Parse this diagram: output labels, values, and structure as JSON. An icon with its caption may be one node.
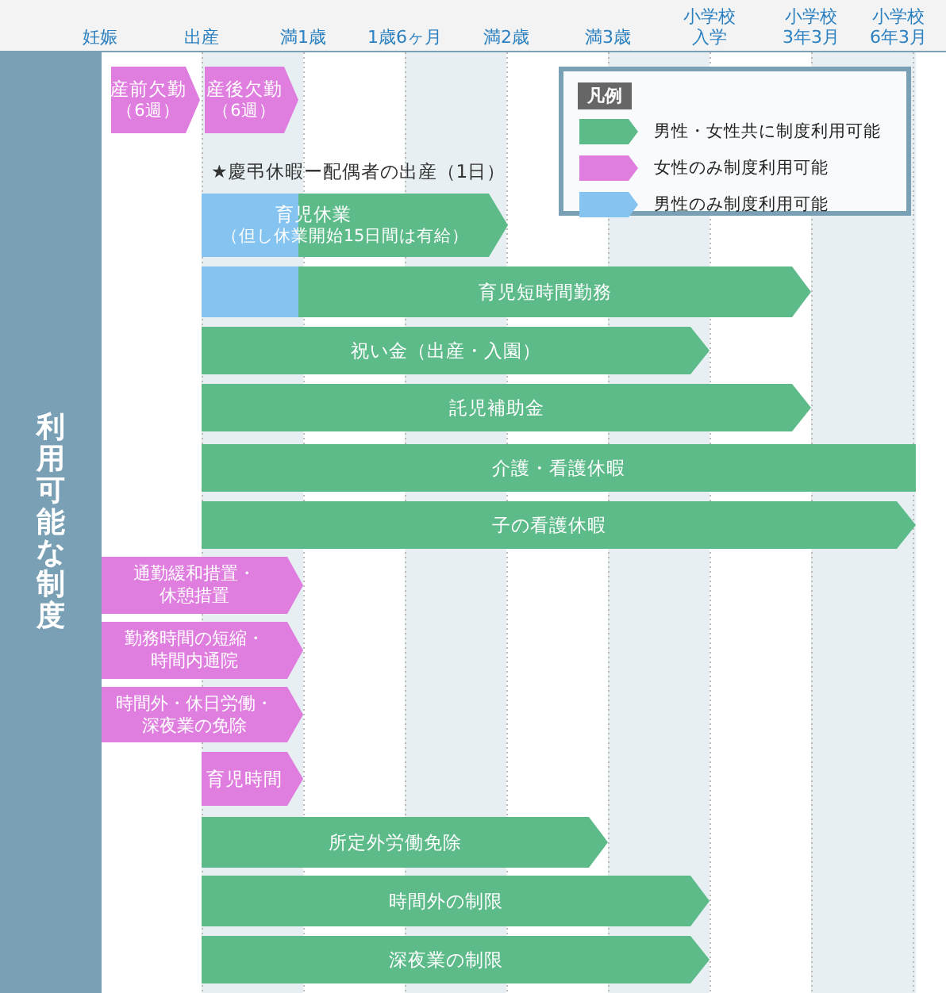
{
  "diagram": {
    "nodes": [
      {
        "text": [
          "利用可能な制度"
        ]
      },
      {
        "text": [
          "産前欠勤",
          "（6週）"
        ]
      },
      {
        "text": [
          "産後欠勤",
          "（6週）"
        ]
      },
      {
        "text": [
          "育児休業",
          "（但し休業開始15日間は有給）"
        ]
      },
      {
        "text": [
          "育児短時間勤務"
        ]
      },
      {
        "text": [
          "祝い金（出産・入園）"
        ]
      },
      {
        "text": [
          "託児補助金"
        ]
      },
      {
        "text": [
          "介護・看護休暇"
        ]
      },
      {
        "text": [
          "子の看護休暇"
        ]
      },
      {
        "text": [
          "通勤緩和措置・休憩措置"
        ]
      },
      {
        "text": [
          "勤務時間の短縮・時間内通院"
        ]
      },
      {
        "text": [
          "時間外・休日労働・深夜業の免除"
        ]
      },
      {
        "text": [
          "育児時間"
        ]
      },
      {
        "text": [
          "所定外労働免除"
        ]
      },
      {
        "text": [
          "時間外の制限"
        ]
      },
      {
        "text": [
          "深夜業の制限"
        ]
      }
    ],
    "labels": [
      "妊娠",
      "出産",
      "満1歳",
      "1歳6ヶ月",
      "満2歳",
      "満3歳",
      "小学校入学",
      "小学校3年3月",
      "小学校6年3月",
      "★慶弔休暇ー配偶者の出産（1日）",
      "凡例"
    ],
    "legend": [
      {
        "text": "男性・女性共に制度利用可能",
        "color": "#5dbb8a"
      },
      {
        "text": "女性のみ制度利用可能",
        "color": "#e07ee0"
      },
      {
        "text": "男性のみ制度利用可能",
        "color": "#85c4f0"
      }
    ]
  }
}
